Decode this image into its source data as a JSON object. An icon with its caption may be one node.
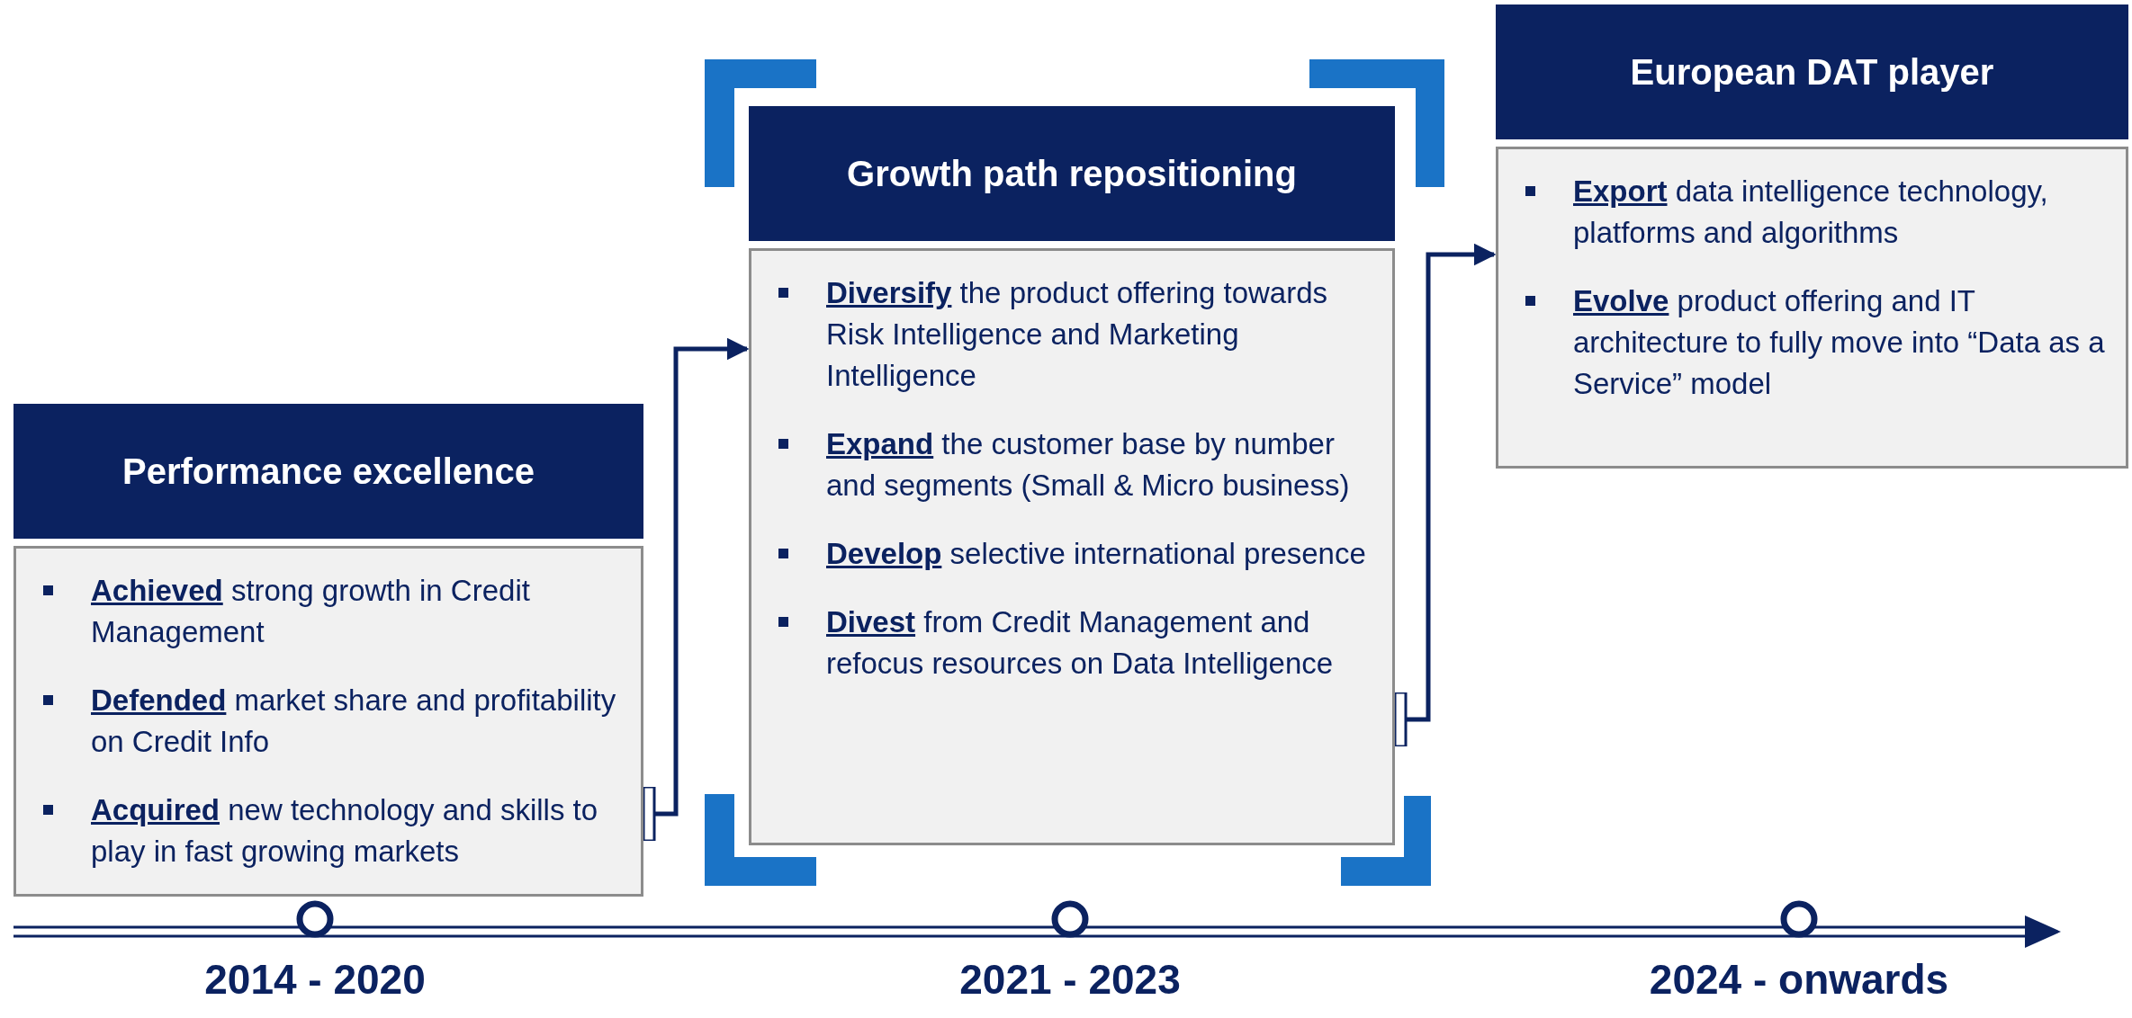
{
  "diagram": {
    "nodes": [
      {
        "text": [
          "Performance excellence",
          "**Achieved** strong growth in Credit Management",
          "**Defended** market share and profitability on Credit Info",
          "**Acquired** new technology and skills to play in fast growing markets"
        ]
      },
      {
        "text": [
          "Growth path repositioning",
          "**Diversify** the product offering towards Risk Intelligence and Marketing Intelligence",
          "**Expand** the customer base by number and segments (Small & Micro business)",
          "**Develop** selective international presence",
          "**Divest** from Credit Management and refocus resources on Data Intelligence"
        ]
      },
      {
        "text": [
          "European DAT player",
          "**Export** data intelligence technology, platforms and algorithms",
          "**Evolve** product offering and IT architecture to fully move into “Data as a Service” model"
        ]
      }
    ],
    "edges": [
      {
        "from": 0,
        "to": 1,
        "arrow": "to"
      },
      {
        "from": 1,
        "to": 2,
        "arrow": "to"
      }
    ],
    "labels": [
      "2014 - 2020",
      "2021 - 2023",
      "2024 - onwards"
    ]
  }
}
